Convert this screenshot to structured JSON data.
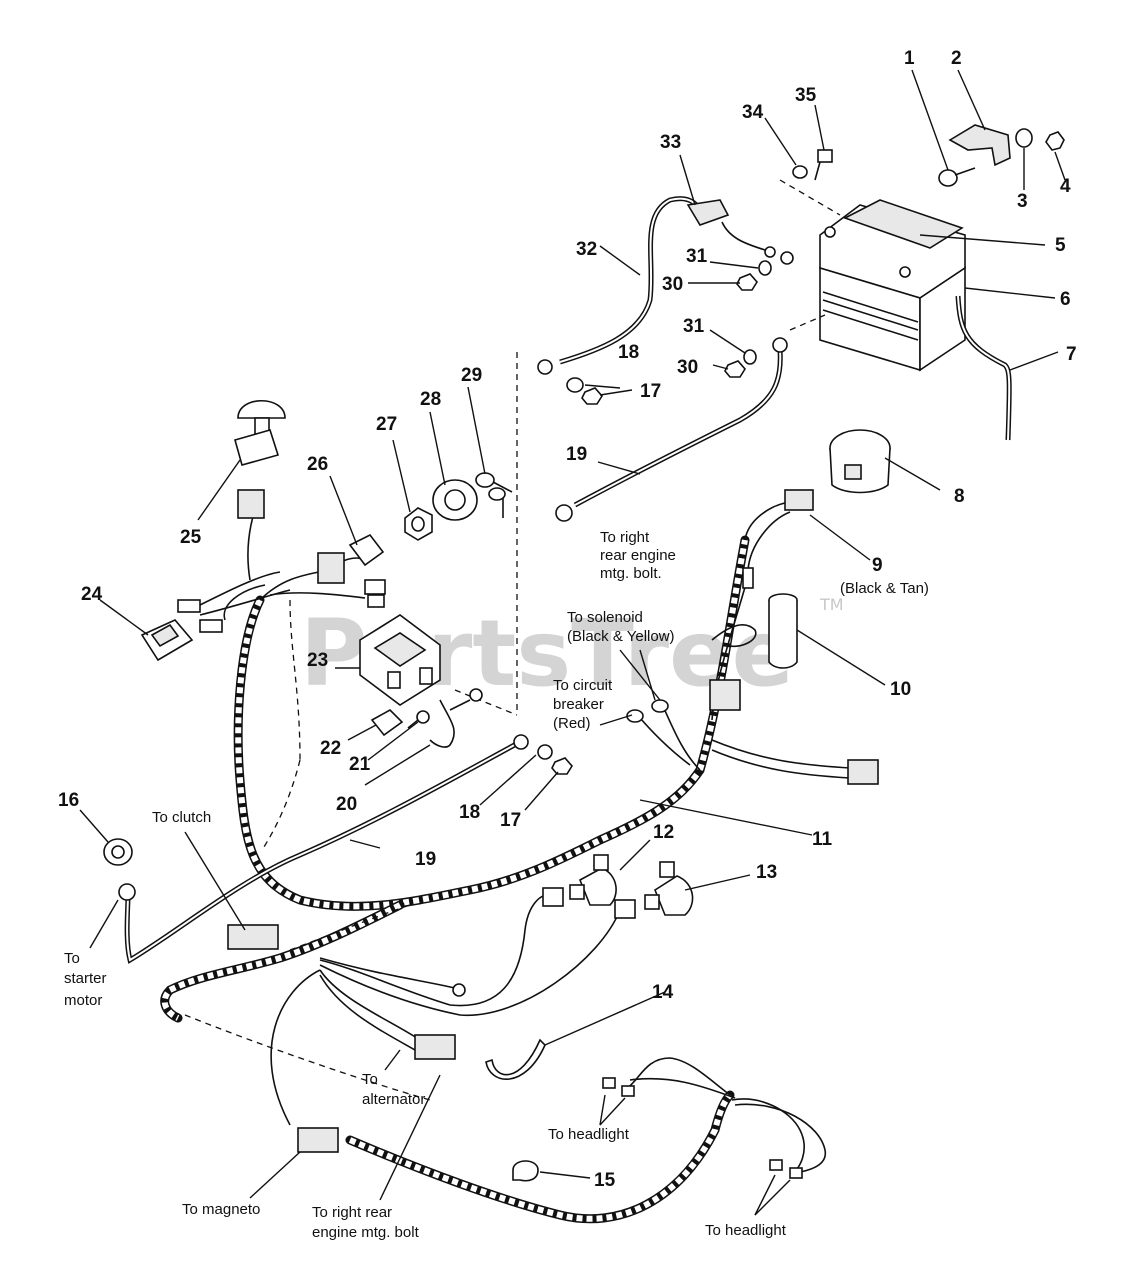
{
  "watermark": {
    "text": "PartsTree",
    "tm": "TM"
  },
  "callouts": [
    {
      "id": "1"
    },
    {
      "id": "2"
    },
    {
      "id": "3"
    },
    {
      "id": "4"
    },
    {
      "id": "5"
    },
    {
      "id": "6"
    },
    {
      "id": "7"
    },
    {
      "id": "8"
    },
    {
      "id": "9"
    },
    {
      "id": "10"
    },
    {
      "id": "11"
    },
    {
      "id": "12"
    },
    {
      "id": "13"
    },
    {
      "id": "14"
    },
    {
      "id": "15"
    },
    {
      "id": "16"
    },
    {
      "id": "17"
    },
    {
      "id": "17"
    },
    {
      "id": "18"
    },
    {
      "id": "18"
    },
    {
      "id": "19"
    },
    {
      "id": "19"
    },
    {
      "id": "20"
    },
    {
      "id": "21"
    },
    {
      "id": "22"
    },
    {
      "id": "23"
    },
    {
      "id": "24"
    },
    {
      "id": "25"
    },
    {
      "id": "26"
    },
    {
      "id": "27"
    },
    {
      "id": "28"
    },
    {
      "id": "29"
    },
    {
      "id": "30"
    },
    {
      "id": "30"
    },
    {
      "id": "31"
    },
    {
      "id": "31"
    },
    {
      "id": "32"
    },
    {
      "id": "33"
    },
    {
      "id": "34"
    },
    {
      "id": "35"
    }
  ],
  "notes": {
    "black_tan": "(Black & Tan)",
    "right_rear_1": [
      "To right",
      "rear engine",
      "mtg. bolt."
    ],
    "solenoid": [
      "To solenoid",
      "(Black & Yellow)"
    ],
    "circuit_breaker": [
      "To circuit",
      "breaker",
      "(Red)"
    ],
    "clutch": "To clutch",
    "starter": [
      "To",
      "starter",
      "motor"
    ],
    "alternator": [
      "To",
      "alternator"
    ],
    "headlight_1": "To headlight",
    "headlight_2": "To headlight",
    "magneto": "To magneto",
    "right_rear_2": [
      "To right rear",
      "engine mtg. bolt"
    ]
  }
}
